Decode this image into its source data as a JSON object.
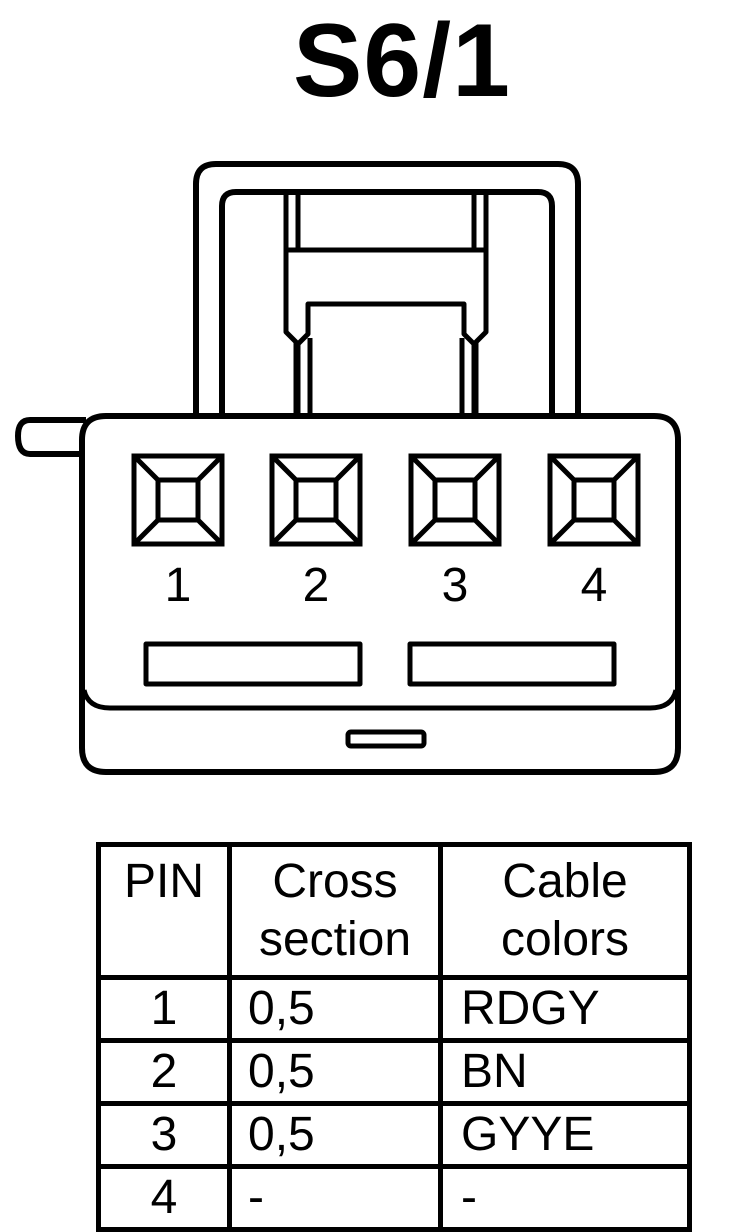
{
  "title": "S6/1",
  "connector": {
    "pins": [
      {
        "label": "1"
      },
      {
        "label": "2"
      },
      {
        "label": "3"
      },
      {
        "label": "4"
      }
    ]
  },
  "table": {
    "headers": {
      "pin": "PIN",
      "cross_line1": "Cross",
      "cross_line2": "section",
      "colors_line1": "Cable",
      "colors_line2": "colors"
    },
    "rows": [
      {
        "pin": "1",
        "cross": "0,5",
        "color": "RDGY"
      },
      {
        "pin": "2",
        "cross": "0,5",
        "color": "BN"
      },
      {
        "pin": "3",
        "cross": "0,5",
        "color": "GYYE"
      },
      {
        "pin": "4",
        "cross": "-",
        "color": "-"
      }
    ]
  }
}
